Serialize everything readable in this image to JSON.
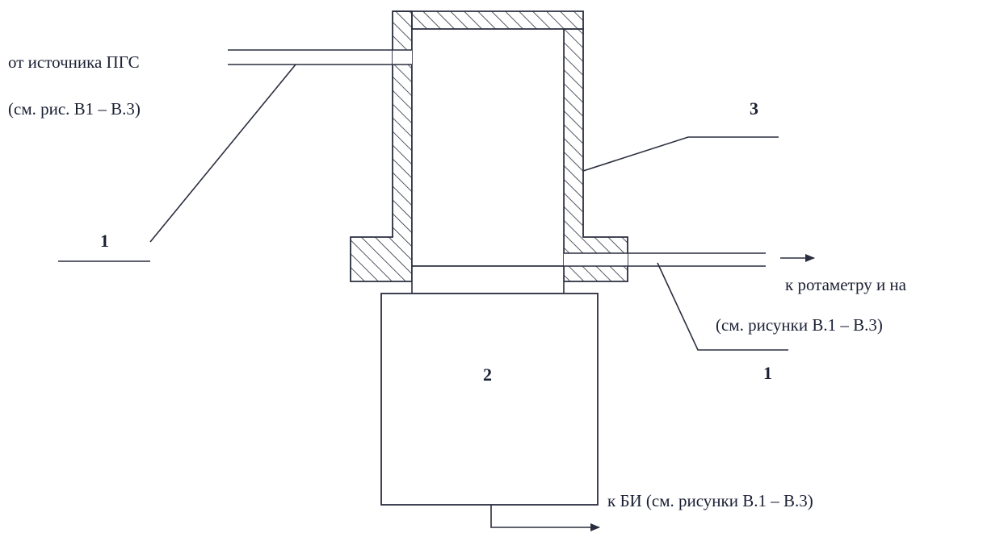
{
  "labels": {
    "inlet_line1": "от источника ПГС",
    "inlet_line2": "(см. рис. В1 – В.3)",
    "outlet_line1": "к ротаметру и на",
    "outlet_line2": "(см. рисунки В.1 – В.3)",
    "bottom_outlet": "к БИ (см. рисунки В.1 – В.3)"
  },
  "callouts": {
    "tube_left": "1",
    "tube_right": "1",
    "block": "2",
    "housing": "3"
  },
  "colors": {
    "ink": "#2a2e3e",
    "text": "#1a1f33",
    "background": "#ffffff"
  }
}
